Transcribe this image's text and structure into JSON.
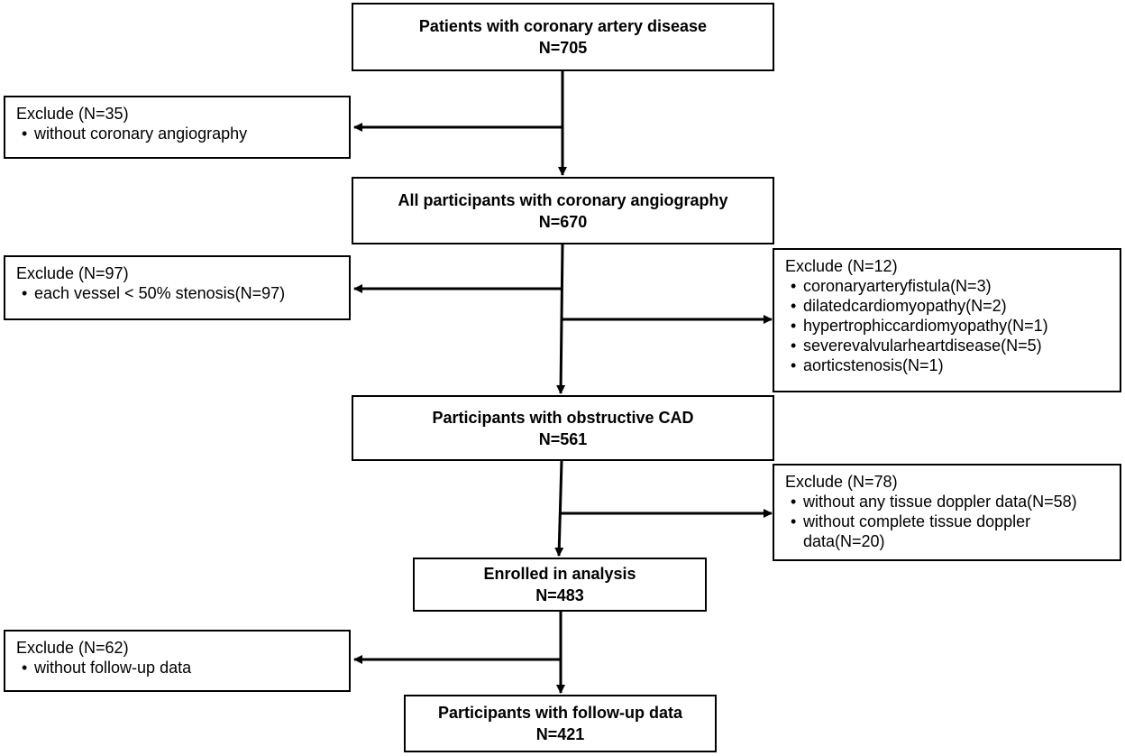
{
  "main_boxes": [
    {
      "title": "Patients with coronary artery disease",
      "count": "N=705"
    },
    {
      "title": "All participants with coronary angiography",
      "count": "N=670"
    },
    {
      "title": "Participants with obstructive CAD",
      "count": "N=561"
    },
    {
      "title": "Enrolled in analysis",
      "count": "N=483"
    },
    {
      "title": "Participants with follow-up data",
      "count": "N=421"
    }
  ],
  "exclusions": [
    {
      "header": "Exclude (N=35)",
      "items": [
        "without coronary angiography"
      ]
    },
    {
      "header": "Exclude (N=97)",
      "items": [
        "each vessel < 50% stenosis(N=97)"
      ]
    },
    {
      "header": "Exclude (N=12)",
      "items": [
        "coronaryarteryfistula(N=3)",
        "dilatedcardiomyopathy(N=2)",
        "hypertrophiccardiomyopathy(N=1)",
        "severevalvularheartdisease(N=5)",
        "aorticstenosis(N=1)"
      ]
    },
    {
      "header": "Exclude (N=78)",
      "items": [
        "without any tissue doppler data(N=58)",
        "without complete tissue doppler data(N=20)"
      ]
    },
    {
      "header": "Exclude (N=62)",
      "items": [
        "without follow-up data"
      ]
    }
  ]
}
